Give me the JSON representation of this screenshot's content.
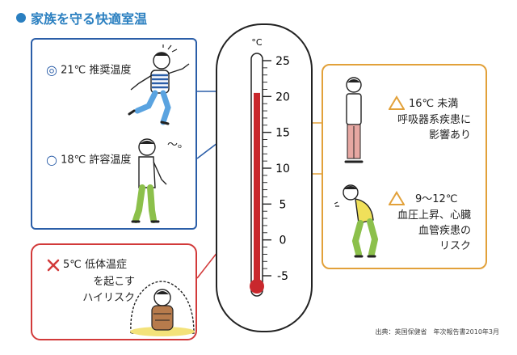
{
  "title": "家族を守る快適室温",
  "thermometer": {
    "unit": "°C",
    "ticks": [
      "25",
      "20",
      "15",
      "10",
      "5",
      "0",
      "-5"
    ],
    "tick_values": [
      25,
      20,
      15,
      10,
      5,
      0,
      -5
    ],
    "scale_min": -5,
    "scale_max": 25,
    "fill_value": 20.5
  },
  "blue_panel": {
    "recommended": {
      "symbol": "◎",
      "label": "21℃ 推奨温度"
    },
    "allowed": {
      "symbol": "○",
      "label": "18℃ 許容温度"
    },
    "sigh": "～ₒ"
  },
  "orange_panel": {
    "item1": {
      "lines": [
        "16℃ 未満",
        "呼吸器系疾患に",
        "影響あり"
      ]
    },
    "item2": {
      "lines": [
        "9～12℃",
        "血圧上昇、心臓",
        "血管疾患の",
        "リスク"
      ]
    }
  },
  "red_panel": {
    "lines": [
      "5℃ 低体温症",
      "を起こす",
      "ハイリスク"
    ]
  },
  "source": "出典：英国保健省　年次報告書2010年3月",
  "colors": {
    "blue": "#2b5ea8",
    "orange": "#e2a13a",
    "red": "#d23a3a",
    "mercury": "#c9282d",
    "title": "#2a7fc0"
  }
}
